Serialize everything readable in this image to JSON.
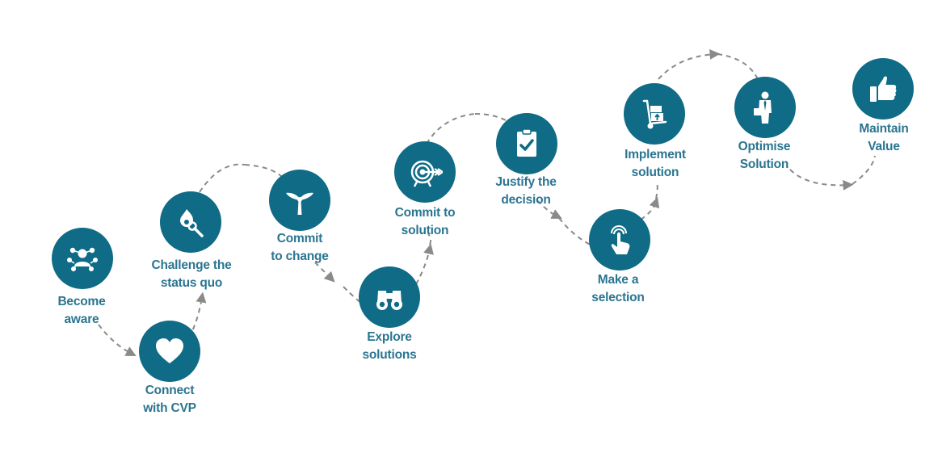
{
  "colors": {
    "circle": "#0f6b86",
    "label": "#2a7590",
    "path": "#8a8a8a",
    "icon": "#ffffff"
  },
  "stages": [
    {
      "label": "Become\naware",
      "icon": "people-network-icon"
    },
    {
      "label": "Connect\nwith CVP",
      "icon": "heart-icon"
    },
    {
      "label": "Challenge the\nstatus quo",
      "icon": "match-flame-icon"
    },
    {
      "label": "Commit\nto change",
      "icon": "propeller-icon"
    },
    {
      "label": "Explore\nsolutions",
      "icon": "binoculars-icon"
    },
    {
      "label": "Commit to\nsolution",
      "icon": "target-arrow-icon"
    },
    {
      "label": "Justify the\ndecision",
      "icon": "clipboard-check-icon"
    },
    {
      "label": "Make a\nselection",
      "icon": "touch-hand-icon"
    },
    {
      "label": "Implement\nsolution",
      "icon": "hand-truck-icon"
    },
    {
      "label": "Optimise\nSolution",
      "icon": "businessman-icon"
    },
    {
      "label": "Maintain\nValue",
      "icon": "thumbs-up-icon"
    }
  ]
}
